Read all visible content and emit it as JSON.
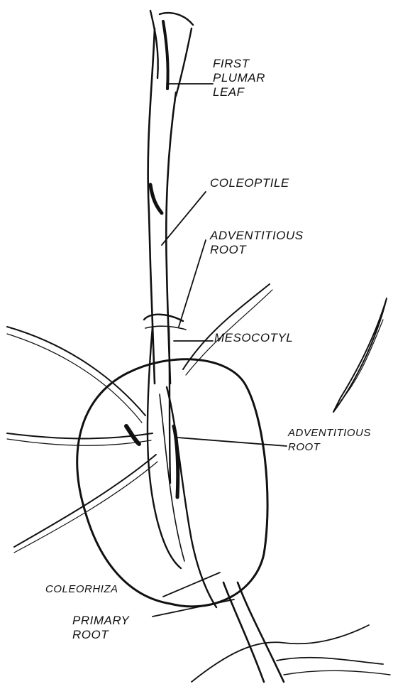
{
  "diagram": {
    "labels": {
      "first_plumar_leaf": [
        "First",
        "Plumar",
        "Leaf"
      ],
      "coleoptile": "Coleoptile",
      "adventitious_root_upper": [
        "Adventitious",
        "Root"
      ],
      "mesocotyl": "Mesocotyl",
      "adventitious_root_lower": [
        "Adventitious",
        "Root"
      ],
      "coleorhiza": "Coleorhiza",
      "primary_root": [
        "Primary",
        "Root"
      ]
    }
  }
}
